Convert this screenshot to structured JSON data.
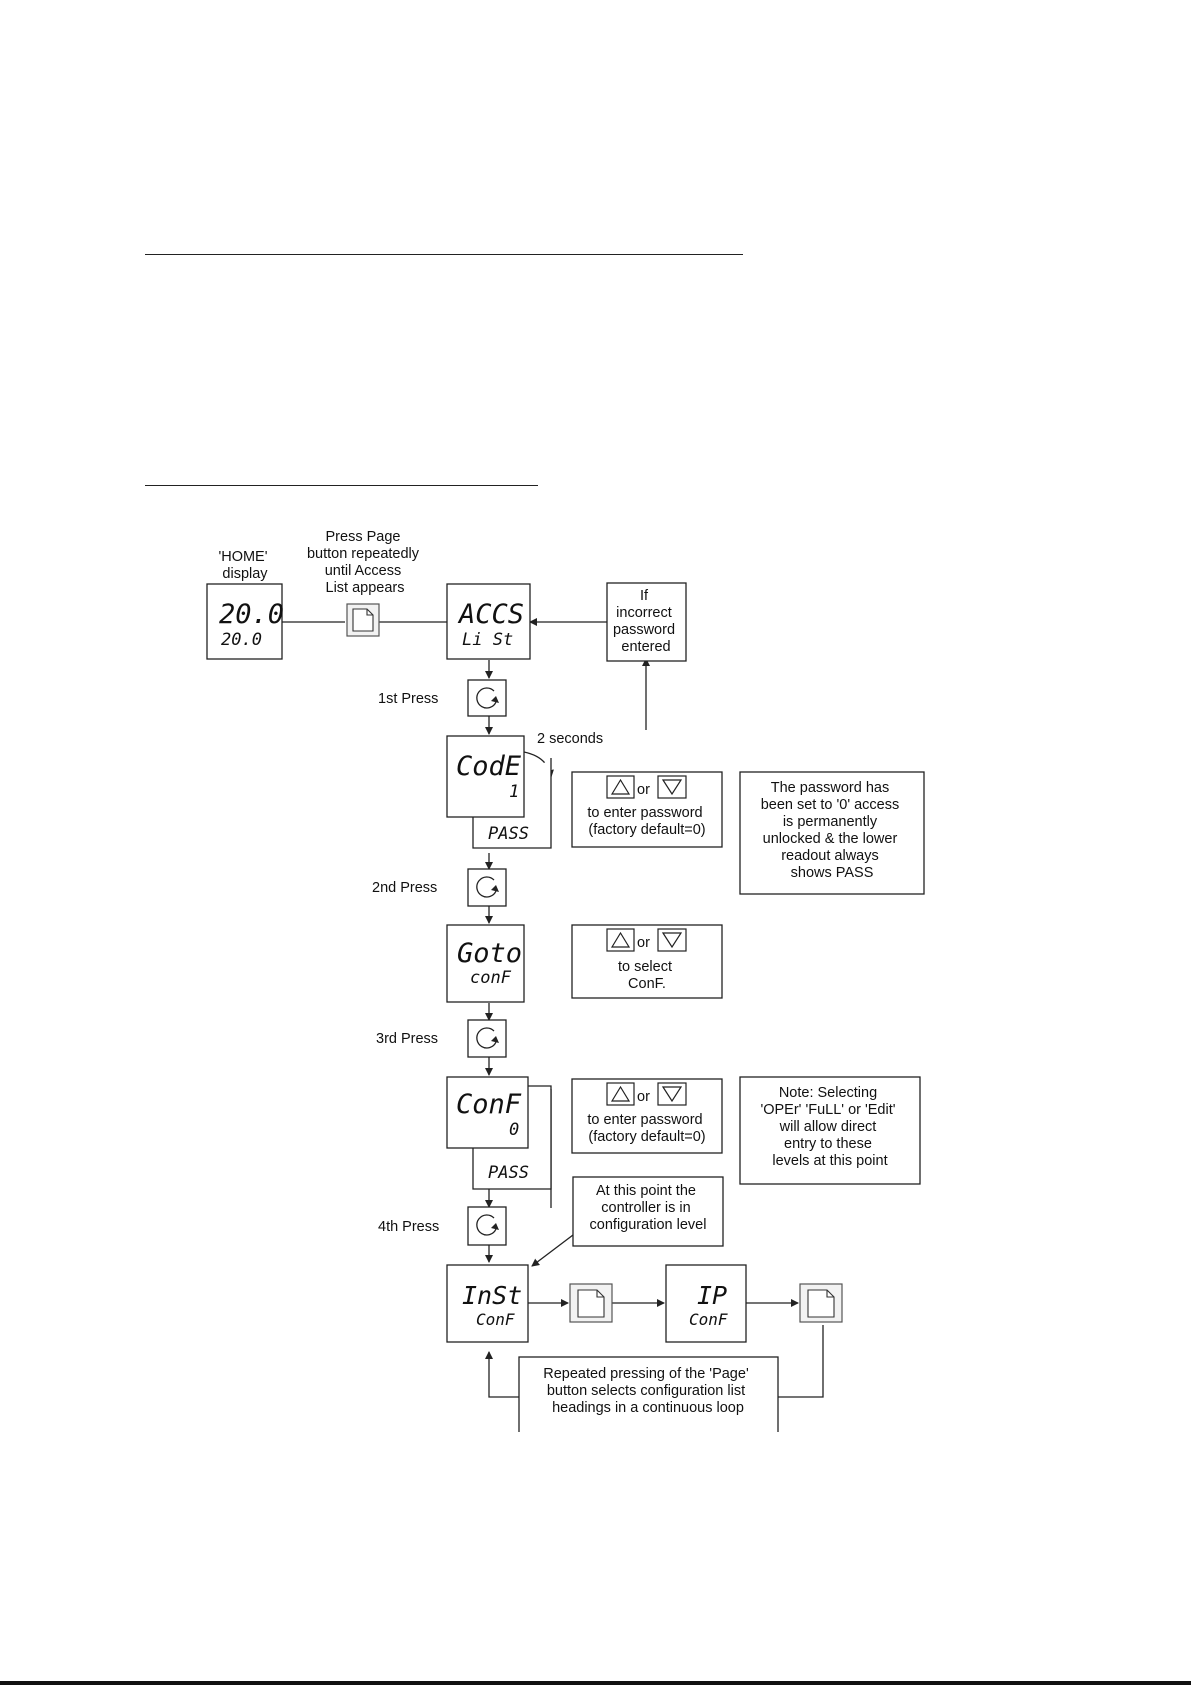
{
  "annotations": {
    "home_label": [
      "'HOME'",
      "display"
    ],
    "press_page": [
      "Press Page",
      "button repeatedly",
      "until Access",
      "List appears"
    ],
    "incorrect": [
      "If",
      "incorrect",
      "password",
      "entered"
    ],
    "first_press": "1st Press",
    "second_press": "2nd Press",
    "third_press": "3rd Press",
    "fourth_press": "4th Press",
    "two_seconds": "2 seconds",
    "or": "or",
    "enter_password": [
      "to enter password",
      "(factory default=0)"
    ],
    "select_conf": [
      "to select",
      "ConF."
    ],
    "enter_password_2": [
      "to enter password",
      "(factory default=0)"
    ],
    "password_note": [
      "The password has",
      "been set to '0' access",
      "is permanently",
      "unlocked & the lower",
      "readout always",
      "shows PASS"
    ],
    "selecting_note": [
      "Note: Selecting",
      "'OPEr' 'FuLL' or 'Edit'",
      "will allow direct",
      "entry to these",
      "levels at this point"
    ],
    "config_level_note": [
      "At this point the",
      "controller is in",
      "configuration level"
    ],
    "repeated_note": [
      "Repeated pressing of the 'Page'",
      "button selects configuration list",
      "headings in a continuous loop"
    ]
  },
  "displays": {
    "home": {
      "upper": "20.0",
      "lower": "20.0"
    },
    "accs": {
      "upper": "ACCS",
      "lower": "Li St"
    },
    "code": {
      "upper": "CodE",
      "lower": "1",
      "tab": "PASS"
    },
    "goto": {
      "upper": "Goto",
      "lower": "conF"
    },
    "conf": {
      "upper": "ConF",
      "lower": "0",
      "tab": "PASS"
    },
    "inst": {
      "upper": "InSt",
      "lower": "ConF"
    },
    "ip": {
      "upper": "IP",
      "lower": "ConF"
    }
  },
  "icons": {
    "page_button": "page-icon",
    "scroll_button": "scroll-icon",
    "up_button": "up-arrow-icon",
    "down_button": "down-arrow-icon"
  }
}
